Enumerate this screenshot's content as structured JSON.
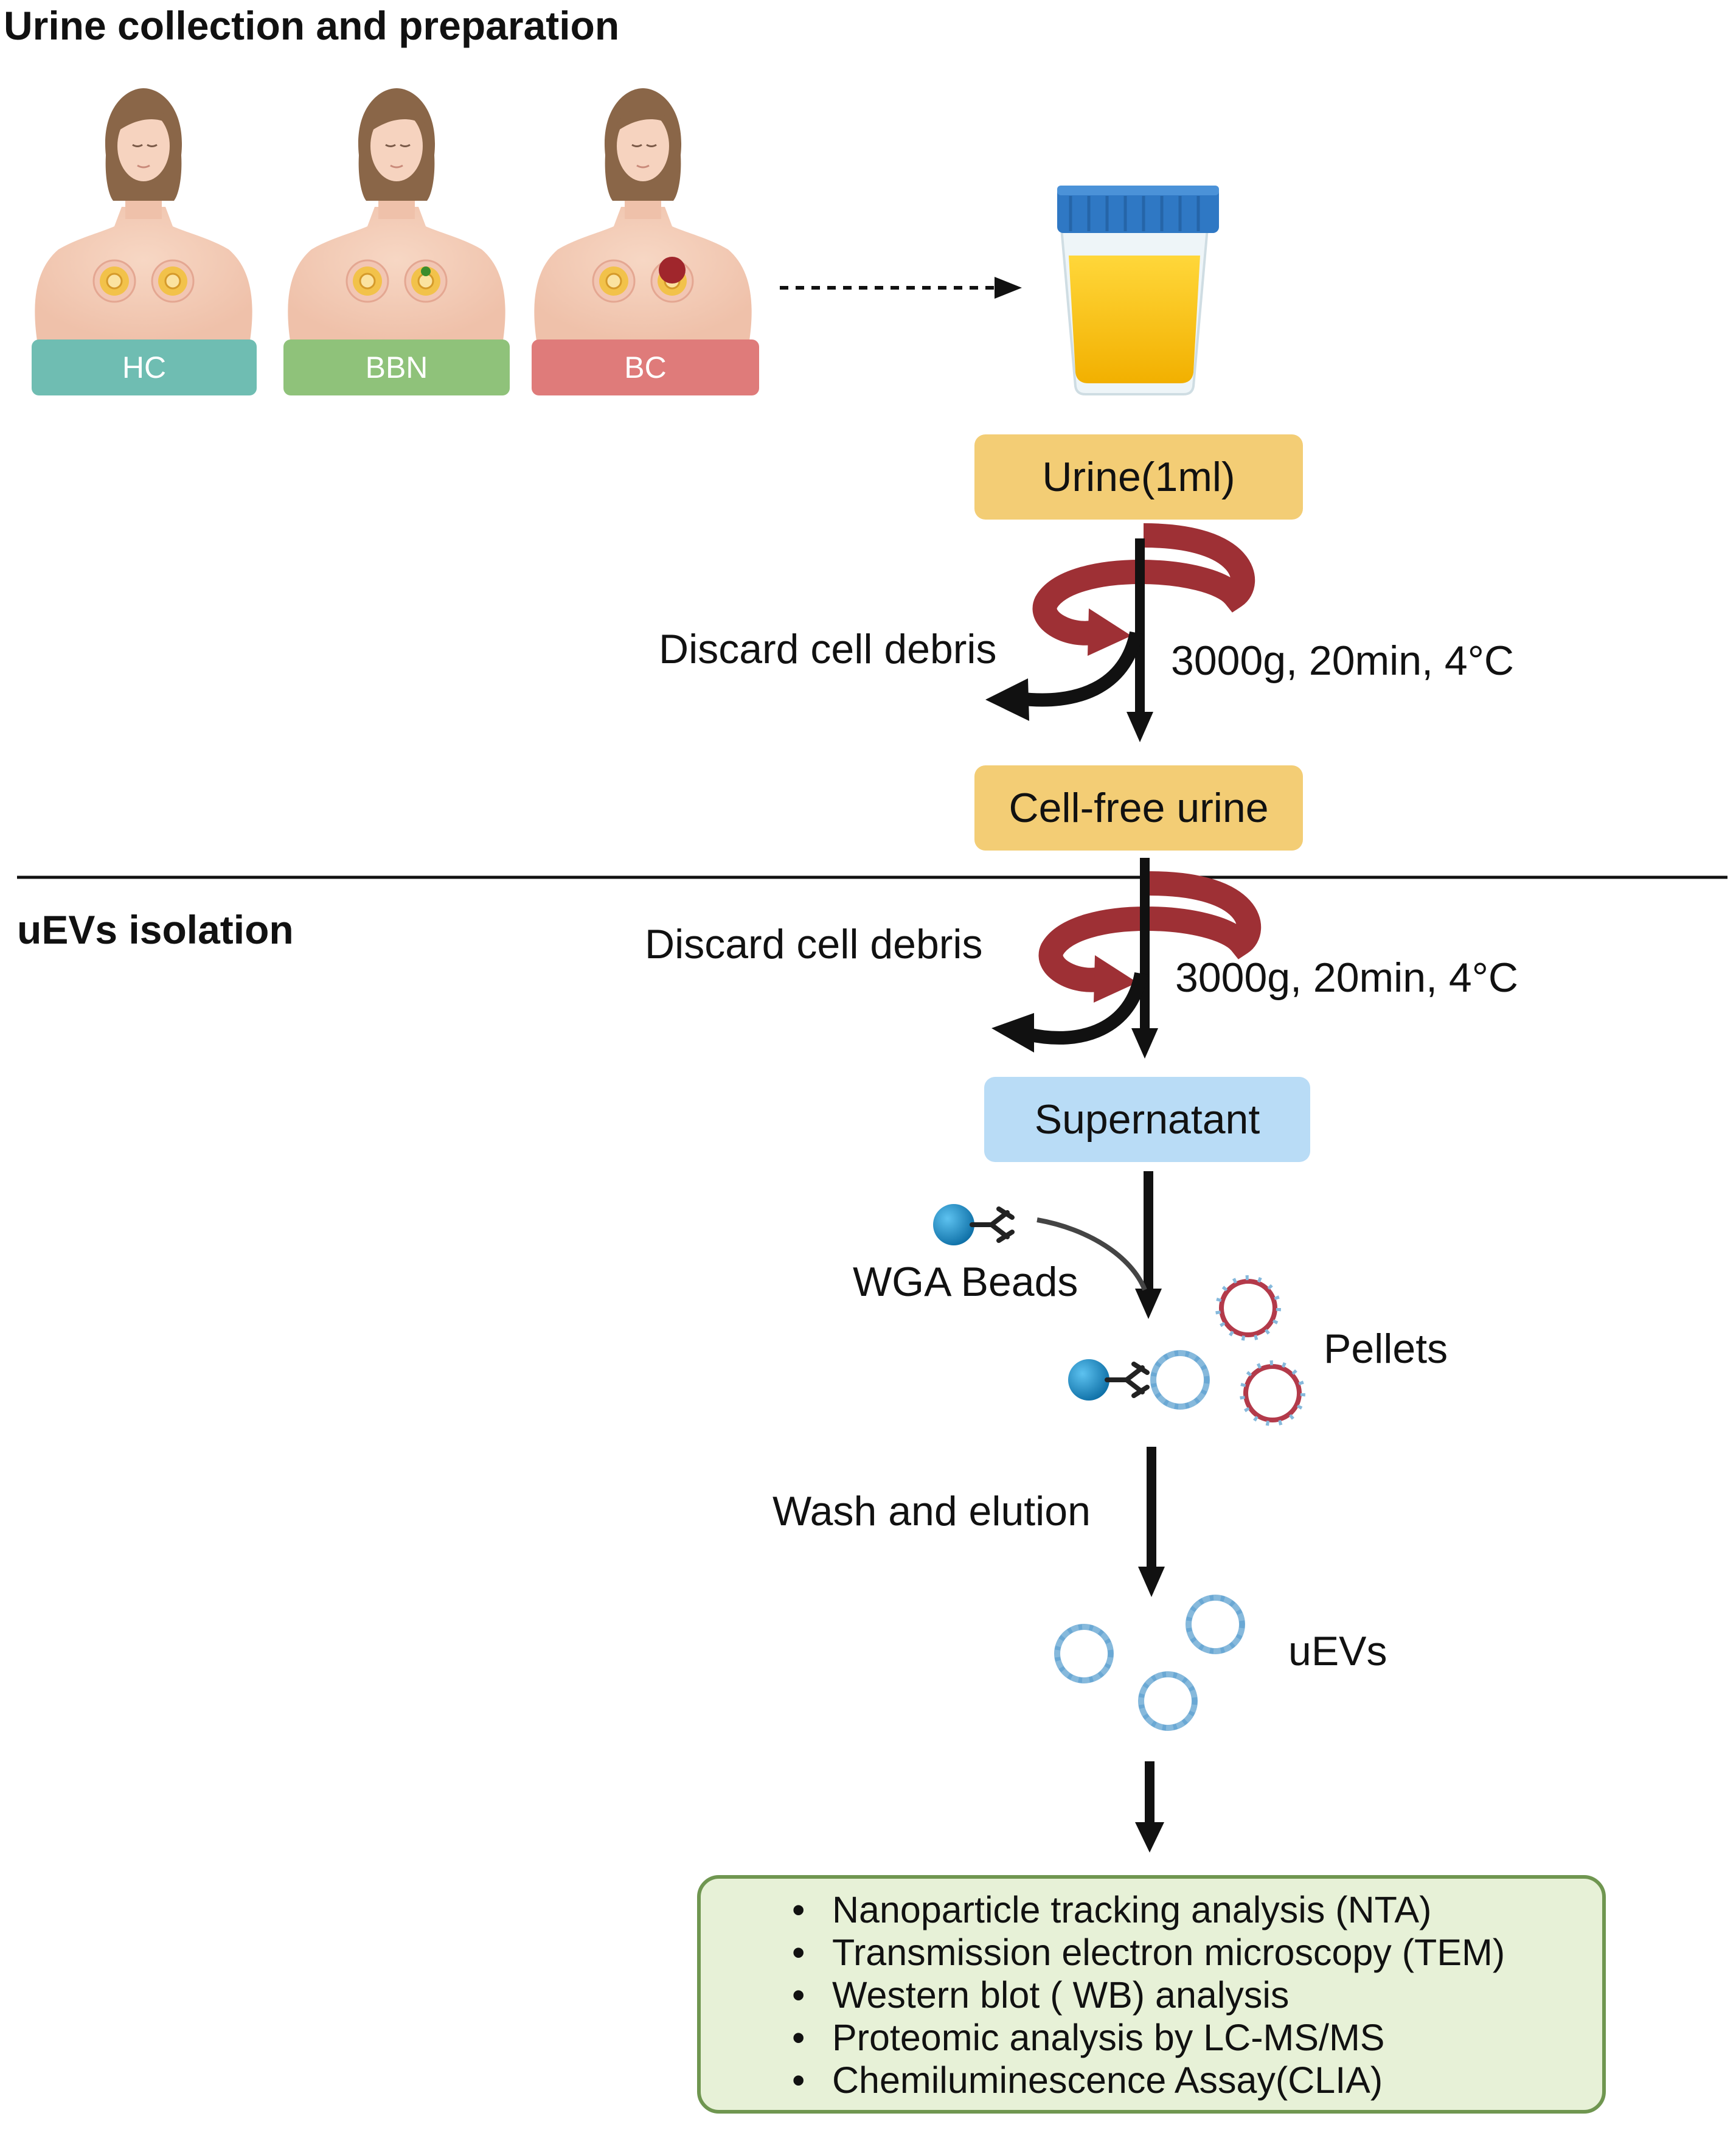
{
  "sections": {
    "collection_title": "Urine collection and preparation",
    "isolation_title": "uEVs isolation"
  },
  "groups": [
    {
      "label": "HC",
      "color": "#6fbdb2"
    },
    {
      "label": "BBN",
      "color": "#8fc27a"
    },
    {
      "label": "BC",
      "color": "#df7b7a"
    }
  ],
  "steps": {
    "urine": "Urine(1ml)",
    "cell_free": "Cell-free urine",
    "supernatant": "Supernatant"
  },
  "centrifugation": [
    {
      "discard": "Discard cell debris",
      "conditions": "3000g, 20min, 4°C"
    },
    {
      "discard": "Discard cell debris",
      "conditions": "3000g, 20min, 4°C"
    }
  ],
  "labels": {
    "wga_beads": "WGA Beads",
    "pellets": "Pellets",
    "wash": "Wash and elution",
    "uevs": "uEVs"
  },
  "methods": [
    "Nanoparticle tracking analysis (NTA)",
    "Transmission electron microscopy (TEM)",
    "Western blot ( WB) analysis",
    "Proteomic analysis by LC-MS/MS",
    "Chemiluminescence Assay(CLIA)"
  ],
  "colors": {
    "step_yellow": "#f3cd75",
    "step_blue": "#b9dcf6",
    "rotation_arrow": "#9e3035",
    "methods_fill": "#e7f1d7",
    "methods_border": "#6f9650",
    "bead": "#1f8fc8",
    "pellet_ring": "#b33a4a",
    "vesicle": "#86b9dc"
  }
}
